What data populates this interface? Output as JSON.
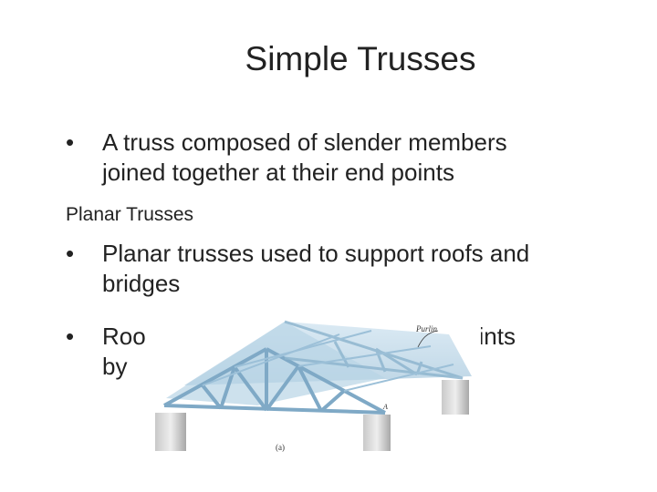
{
  "slide": {
    "title": "Simple Trusses",
    "bullet_marker": "•",
    "bullet1": {
      "line1": "A truss composed of slender members",
      "line2": "joined together at their end points"
    },
    "subheading": "Planar Trusses",
    "bullet2": {
      "line1": "Planar trusses used to support roofs and",
      "line2": "bridges"
    },
    "bullet3": {
      "line1_left": "Roo",
      "line1_right": "uss at joints",
      "line2": "by"
    }
  },
  "figure": {
    "purlin_label": "Purlin",
    "joint_label": "A",
    "caption": "(a)"
  }
}
